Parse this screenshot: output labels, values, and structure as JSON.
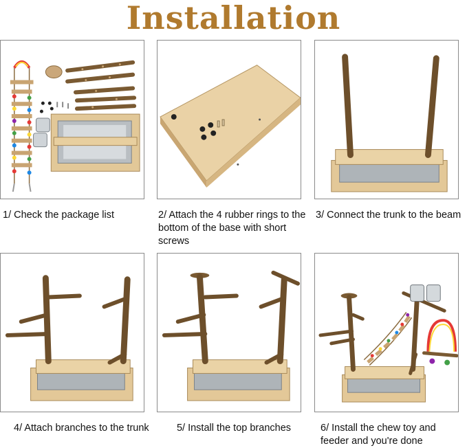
{
  "title": "Installation",
  "steps": [
    {
      "caption": "1/ Check the package list",
      "image": "package-contents"
    },
    {
      "caption": "2/ Attach the 4 rubber rings to the bottom of the base with short screws",
      "image": "wooden-base-bottom"
    },
    {
      "caption": "3/ Connect the trunk to the beam",
      "image": "trunk-on-beam"
    },
    {
      "caption": "4/ Attach branches to the trunk",
      "image": "branches-attached"
    },
    {
      "caption": "5/ Install the top branches",
      "image": "top-branches"
    },
    {
      "caption": "6/ Install the chew toy and feeder and you're done",
      "image": "finished-play-stand"
    }
  ]
}
